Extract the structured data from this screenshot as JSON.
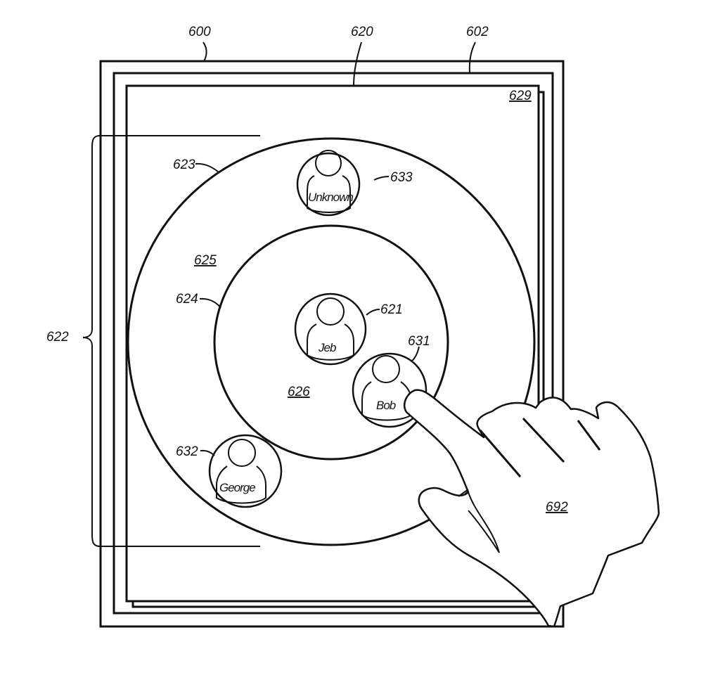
{
  "figure": {
    "labels": {
      "device": "600",
      "display": "620",
      "housing": "602",
      "page_stack": "629",
      "bracket": "622",
      "outer_ring": "623",
      "inner_ring": "624",
      "outer_region": "625",
      "inner_region": "626",
      "hand": "692"
    },
    "contacts": [
      {
        "ref": "621",
        "name": "Jeb",
        "zone": "inner"
      },
      {
        "ref": "631",
        "name": "Bob",
        "zone": "inner",
        "touched": true
      },
      {
        "ref": "632",
        "name": "George",
        "zone": "outer"
      },
      {
        "ref": "633",
        "name": "Unknown",
        "zone": "outer"
      }
    ]
  }
}
